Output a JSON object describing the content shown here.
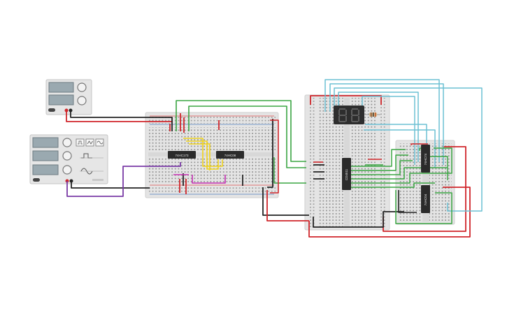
{
  "circuit": {
    "chips": [
      {
        "id": "u1",
        "label": "74HC173"
      },
      {
        "id": "u2",
        "label": "74HC08"
      },
      {
        "id": "u3",
        "label": "CD4511"
      },
      {
        "id": "u4",
        "label": "74HC74"
      },
      {
        "id": "u5",
        "label": "74HC04"
      }
    ],
    "display": {
      "digits": "88"
    },
    "colors": {
      "red": "#d0262b",
      "black": "#222222",
      "green": "#3aa542",
      "cyan": "#6cc0d4",
      "yellow": "#f0d31c",
      "purple": "#7a3aa6",
      "magenta": "#c72fb4",
      "board": "#e4e4e4",
      "chip": "#2b2b2b"
    }
  }
}
